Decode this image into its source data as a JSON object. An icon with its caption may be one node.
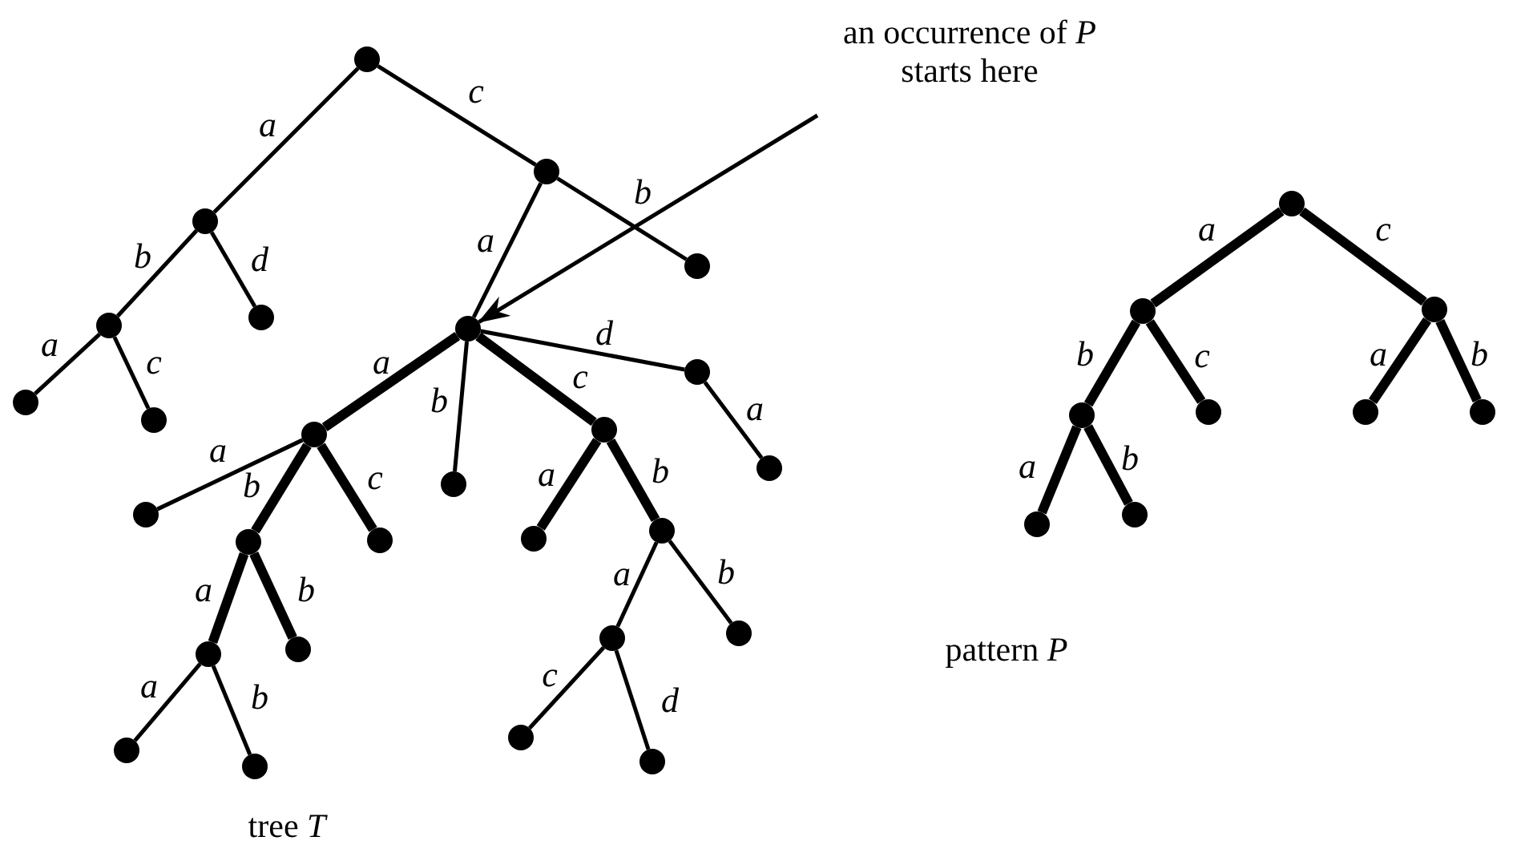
{
  "diagram": {
    "nodes": [
      {
        "text": [],
        "shape": "circle"
      },
      {
        "text": [],
        "shape": "circle"
      },
      {
        "text": [],
        "shape": "circle"
      },
      {
        "text": [],
        "shape": "circle"
      },
      {
        "text": [],
        "shape": "circle"
      },
      {
        "text": [],
        "shape": "circle"
      },
      {
        "text": [],
        "shape": "circle"
      },
      {
        "text": [],
        "shape": "circle"
      },
      {
        "text": [],
        "shape": "circle"
      },
      {
        "text": [],
        "shape": "circle"
      },
      {
        "text": [],
        "shape": "circle"
      },
      {
        "text": [],
        "shape": "circle"
      },
      {
        "text": [],
        "shape": "circle"
      },
      {
        "text": [],
        "shape": "circle"
      },
      {
        "text": [],
        "shape": "circle"
      },
      {
        "text": [],
        "shape": "circle"
      },
      {
        "text": [],
        "shape": "circle"
      },
      {
        "text": [],
        "shape": "circle"
      },
      {
        "text": [],
        "shape": "circle"
      },
      {
        "text": [],
        "shape": "circle"
      },
      {
        "text": [],
        "shape": "circle"
      },
      {
        "text": [],
        "shape": "circle"
      },
      {
        "text": [],
        "shape": "circle"
      },
      {
        "text": [],
        "shape": "circle"
      },
      {
        "text": [],
        "shape": "circle"
      },
      {
        "text": [],
        "shape": "circle"
      },
      {
        "text": [],
        "shape": "circle"
      },
      {
        "text": [],
        "shape": "circle"
      },
      {
        "text": [],
        "shape": "circle"
      },
      {
        "text": [],
        "shape": "circle"
      },
      {
        "text": [],
        "shape": "circle"
      },
      {
        "text": [],
        "shape": "circle"
      },
      {
        "text": [],
        "shape": "circle"
      },
      {
        "text": [],
        "shape": "circle"
      },
      {
        "text": [],
        "shape": "circle"
      },
      {
        "text": [],
        "shape": "circle"
      },
      {
        "text": [
          "an occurrence of *P* starts here"
        ]
      }
    ],
    "edges": [
      {
        "from": 0,
        "to": 1,
        "arrow": "none",
        "label": "a"
      },
      {
        "from": 1,
        "to": 2,
        "arrow": "none",
        "label": "b"
      },
      {
        "from": 2,
        "to": 3,
        "arrow": "none",
        "label": "a"
      },
      {
        "from": 2,
        "to": 4,
        "arrow": "none",
        "label": "c"
      },
      {
        "from": 1,
        "to": 5,
        "arrow": "none",
        "label": "d"
      },
      {
        "from": 0,
        "to": 6,
        "arrow": "none",
        "label": "c"
      },
      {
        "from": 6,
        "to": 7,
        "arrow": "none",
        "label": "b"
      },
      {
        "from": 6,
        "to": 8,
        "arrow": "none",
        "label": "a"
      },
      {
        "from": 8,
        "to": 9,
        "arrow": "none",
        "label": "a",
        "style": "thick"
      },
      {
        "from": 9,
        "to": 10,
        "arrow": "none",
        "label": "a"
      },
      {
        "from": 9,
        "to": 11,
        "arrow": "none",
        "label": "b",
        "style": "thick"
      },
      {
        "from": 11,
        "to": 12,
        "arrow": "none",
        "label": "a",
        "style": "thick"
      },
      {
        "from": 12,
        "to": 13,
        "arrow": "none",
        "label": "a"
      },
      {
        "from": 12,
        "to": 14,
        "arrow": "none",
        "label": "b"
      },
      {
        "from": 11,
        "to": 15,
        "arrow": "none",
        "label": "b",
        "style": "thick"
      },
      {
        "from": 9,
        "to": 16,
        "arrow": "none",
        "label": "c",
        "style": "thick"
      },
      {
        "from": 8,
        "to": 17,
        "arrow": "none",
        "label": "b"
      },
      {
        "from": 8,
        "to": 18,
        "arrow": "none",
        "label": "c",
        "style": "thick"
      },
      {
        "from": 8,
        "to": 25,
        "arrow": "none",
        "label": "d"
      },
      {
        "from": 25,
        "to": 26,
        "arrow": "none",
        "label": "a"
      },
      {
        "from": 18,
        "to": 19,
        "arrow": "none",
        "label": "a",
        "style": "thick"
      },
      {
        "from": 18,
        "to": 20,
        "arrow": "none",
        "label": "b",
        "style": "thick"
      },
      {
        "from": 20,
        "to": 21,
        "arrow": "none",
        "label": "a"
      },
      {
        "from": 21,
        "to": 22,
        "arrow": "none",
        "label": "c"
      },
      {
        "from": 21,
        "to": 23,
        "arrow": "none",
        "label": "d"
      },
      {
        "from": 20,
        "to": 24,
        "arrow": "none",
        "label": "b"
      },
      {
        "from": 27,
        "to": 28,
        "arrow": "none",
        "label": "a",
        "style": "thick"
      },
      {
        "from": 28,
        "to": 29,
        "arrow": "none",
        "label": "b",
        "style": "thick"
      },
      {
        "from": 28,
        "to": 32,
        "arrow": "none",
        "label": "c",
        "style": "thick"
      },
      {
        "from": 29,
        "to": 30,
        "arrow": "none",
        "label": "a",
        "style": "thick"
      },
      {
        "from": 29,
        "to": 31,
        "arrow": "none",
        "label": "b",
        "style": "thick"
      },
      {
        "from": 27,
        "to": 33,
        "arrow": "none",
        "label": "c",
        "style": "thick"
      },
      {
        "from": 33,
        "to": 34,
        "arrow": "none",
        "label": "a",
        "style": "thick"
      },
      {
        "from": 33,
        "to": 35,
        "arrow": "none",
        "label": "b",
        "style": "thick"
      },
      {
        "from": 36,
        "to": 8,
        "arrow": "to"
      }
    ],
    "labels": [
      "pattern *P*",
      "tree *T*"
    ]
  }
}
